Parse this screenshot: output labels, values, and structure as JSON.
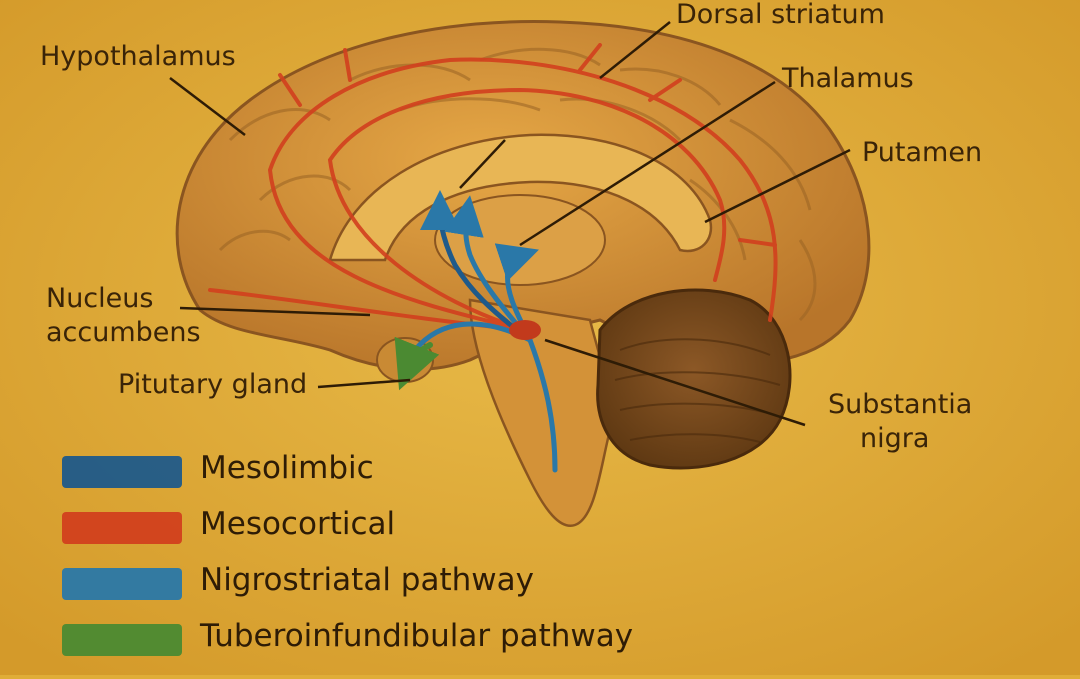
{
  "labels": {
    "dorsal_striatum": "Dorsal striatum",
    "hypothalamus": "Hypothalamus",
    "thalamus": "Thalamus",
    "putamen": "Putamen",
    "nucleus_accumbens_line1": "Nucleus",
    "nucleus_accumbens_line2": "accumbens",
    "pituitary_gland": "Pitutary gland",
    "substantia_nigra_line1": "Substantia",
    "substantia_nigra_line2": "nigra"
  },
  "legend": [
    {
      "label": "Mesolimbic",
      "color": "#1f5a8a"
    },
    {
      "label": "Mesocortical",
      "color": "#d2401e"
    },
    {
      "label": "Nigrostriatal pathway",
      "color": "#2a78a8"
    },
    {
      "label": "Tuberoinfundibular pathway",
      "color": "#4b8a32"
    }
  ],
  "colors": {
    "background": "#e0ad38",
    "brain": "#d08e30",
    "cerebellum": "#7a4a1e",
    "mesolimbic": "#1f5a8a",
    "mesocortical": "#d2401e",
    "nigrostriatal": "#2a78a8",
    "tuberoinfundibular": "#4b8a32",
    "text": "#3a2408"
  }
}
